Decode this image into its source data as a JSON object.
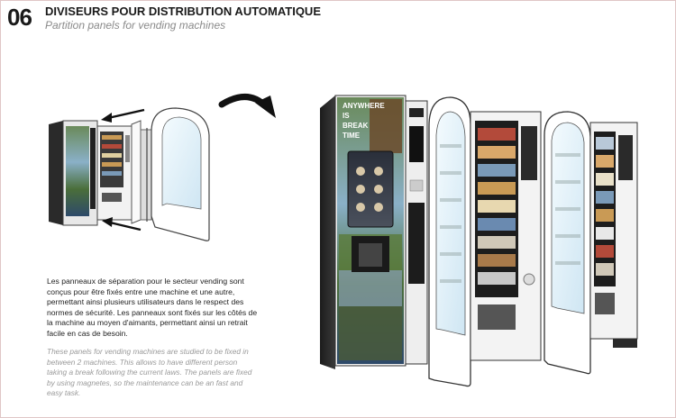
{
  "header": {
    "number": "06",
    "title": "DIVISEURS POUR DISTRIBUTION AUTOMATIQUE",
    "subtitle": "Partition panels for vending machines"
  },
  "description": {
    "french": "Les panneaux de séparation pour le secteur vending sont conçus pour être fixés entre une machine et une autre, permettant ainsi plusieurs utilisateurs dans le respect des normes de sécurité. Les panneaux sont fixés sur les côtés de la machine au moyen d'aimants, permettant ainsi un retrait facile en cas de besoin.",
    "english": "These panels for vending machines are studied to be fixed in between 2 machines. This allows to have different person taking a break following the current laws. The panels are fixed by using magnetes, so the maintenance can be an fast and easy task."
  },
  "machine_screen": {
    "line1": "ANYWHERE",
    "line2": "IS",
    "line3": "BREAK",
    "line4": "TIME"
  }
}
